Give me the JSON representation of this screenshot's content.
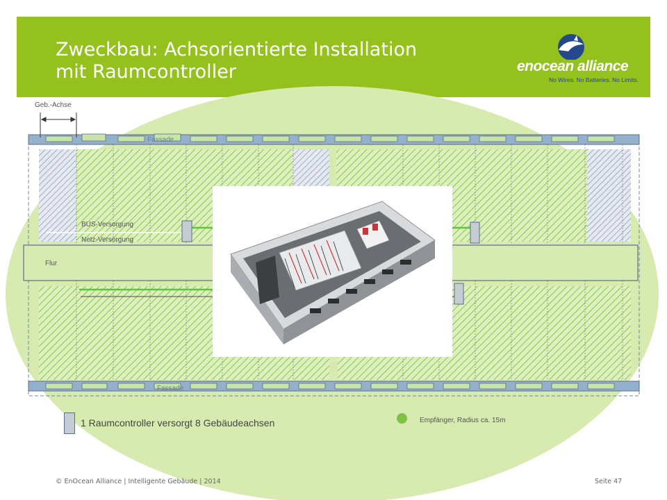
{
  "slide": {
    "title_line1": "Zweckbau: Achsorientierte Installation",
    "title_line2": "mit Raumcontroller"
  },
  "logo": {
    "wordmark": "enocean alliance",
    "tagline": "No Wires. No Batteries. No Limits.",
    "icon": "dolphin-icon"
  },
  "diagram": {
    "axis_label": "Geb.-Achse",
    "facade_top_label": "Fassade",
    "facade_bottom_label": "Fassade",
    "bus_label": "BUS-Versorgung",
    "power_label": "Netz-Versorgung",
    "corridor_label": "Flur",
    "photo_subject": "room-controller-cabinet-photo"
  },
  "legend": {
    "controller_text": "1 Raumcontroller versorgt 8 Gebäudeachsen",
    "receiver_text": "Empfänger, Radius ca. 15m"
  },
  "footer": {
    "left": "© EnOcean Alliance  |  Intelligente Gebäude  |  2014",
    "right": "Seite 47"
  },
  "colors": {
    "header_green": "#95c11f",
    "ellipse_green": "#d7ebb0",
    "hatch_green": "#8cc63f",
    "hatch_blue": "#7f8fb0",
    "wall_blue": "#6f86a6",
    "receiver_green": "#7dc242",
    "logo_blue": "#24488a"
  }
}
